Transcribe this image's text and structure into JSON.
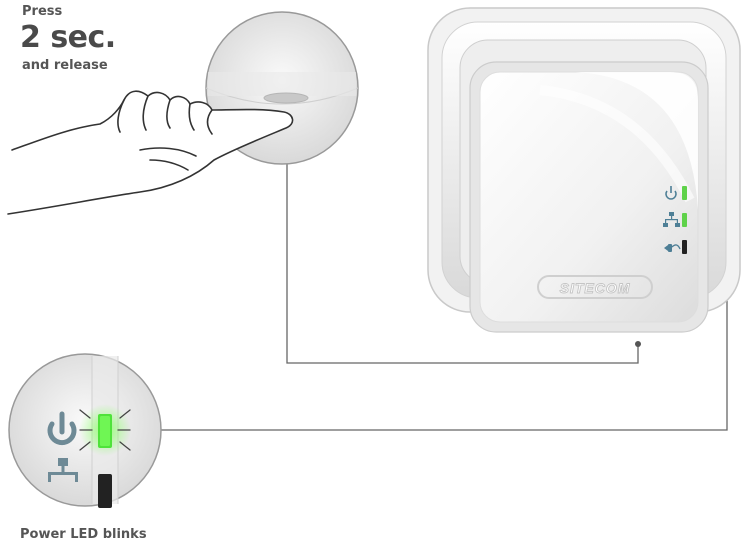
{
  "instructions": {
    "press_label": "Press",
    "duration_label": "2 sec.",
    "release_label": "and release"
  },
  "caption": "Power LED blinks",
  "brand_logo": "SITECOM",
  "icons": [
    "power-icon",
    "network-icon",
    "plug-icon"
  ],
  "colors": {
    "led_on": "#5fd24a",
    "led_off": "#222222",
    "icon_gray": "#6e8a96",
    "connector_line": "#666666"
  }
}
